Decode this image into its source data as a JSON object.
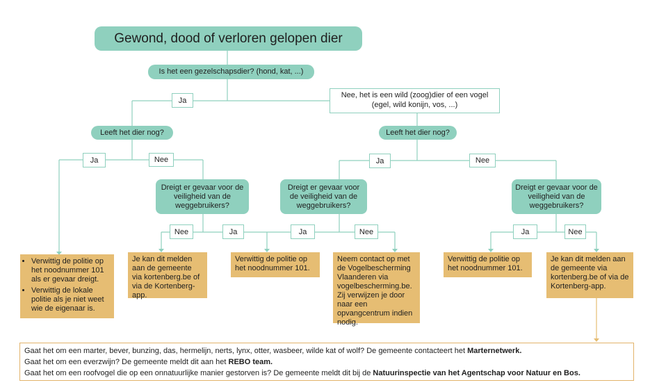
{
  "title": "Gewond, dood of verloren gelopen dier",
  "q_pet": "Is het een gezelschapsdier? (hond, kat, ...)",
  "ans_ja": "Ja",
  "ans_nee": "Nee",
  "wild_line1": "Nee, het is een wild (zoog)dier of een vogel",
  "wild_line2": "(egel, wild konijn, vos, ...)",
  "q_alive": "Leeft het dier nog?",
  "q_danger": "Dreigt er gevaar voor de veiligheid van de weggebruikers?",
  "outcome_police_pet_1": "Verwittig de politie op het noodnummer 101 als er gevaar dreigt.",
  "outcome_police_pet_2": "Verwittig de lokale politie als je niet weet wie de eigenaar is.",
  "outcome_report": "Je kan dit melden aan de gemeente via kortenberg.be of via de Kortenberg-app.",
  "outcome_police_101": "Verwittig de politie op het noodnummer 101.",
  "outcome_vogel": "Neem contact op met de Vogelbescherming Vlaanderen via vogelbescherming.be. Zij verwijzen je door naar een opvangcentrum indien nodig.",
  "footer": {
    "l1_text": "Gaat het om een marter, bever, bunzing, das, hermelijn, nerts, lynx, otter, wasbeer, wilde kat of wolf? De gemeente contacteert het ",
    "l1_bold": "Marternetwerk.",
    "l2_text": "Gaat het om een everzwijn? De gemeente meldt dit aan het ",
    "l2_bold": "REBO team.",
    "l3_text": "Gaat het om een roofvogel die op een onnatuurlijke manier gestorven is? De gemeente meldt dit bij de ",
    "l3_bold": "Natuurinspectie van het Agentschap voor Natuur en Bos."
  },
  "colors": {
    "teal": "#8fd0be",
    "gold": "#e6bd73",
    "footer_border": "#e2b36a"
  }
}
